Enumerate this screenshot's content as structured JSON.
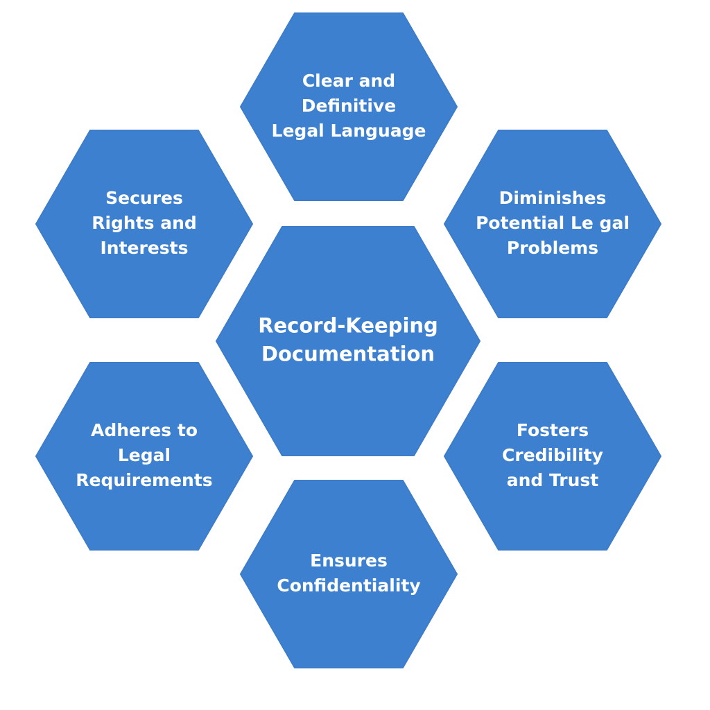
{
  "diagram": {
    "center": {
      "lines": [
        "Record-Keeping",
        "Documentation"
      ]
    },
    "hexagons": [
      {
        "id": "top",
        "lines": [
          "Clear and",
          "Definitive",
          "Legal Language"
        ]
      },
      {
        "id": "upper-left",
        "lines": [
          "Secures",
          "Rights and",
          "Interests"
        ]
      },
      {
        "id": "upper-right",
        "lines": [
          "Diminishes",
          "Potential Le gal",
          "Problems"
        ]
      },
      {
        "id": "lower-left",
        "lines": [
          "Adheres to",
          "Legal",
          "Requirements"
        ]
      },
      {
        "id": "lower-right",
        "lines": [
          "Fosters",
          "Credibility",
          "and Trust"
        ]
      },
      {
        "id": "bottom",
        "lines": [
          "Ensures",
          "Confidentiality"
        ]
      }
    ],
    "colors": {
      "hexagon_fill": "#3e80d0",
      "text": "#ffffff",
      "background": "#ffffff"
    }
  }
}
